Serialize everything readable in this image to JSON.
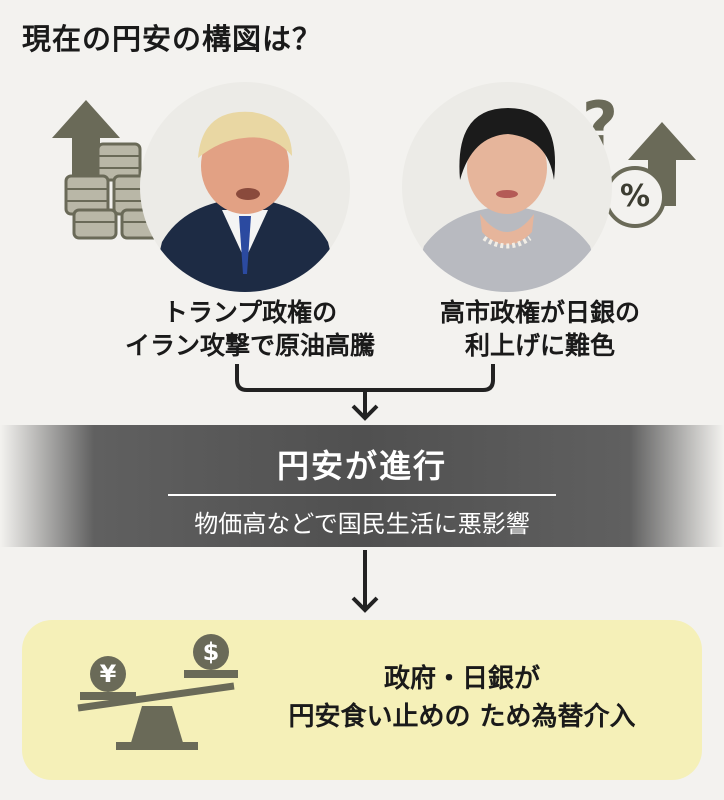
{
  "title": "現在の円安の構図は？",
  "causes": [
    {
      "line1": "トランプ政権の",
      "line2": "イラン攻撃で原油高騰"
    },
    {
      "line1": "高市政権が日銀の",
      "line2": "利上げに難色"
    }
  ],
  "icons": {
    "question_mark": "?",
    "percent": "%",
    "yen": "¥",
    "dollar": "$"
  },
  "main_effect": {
    "title": "円安が進行",
    "subtitle": "物価高などで国民生活に悪影響"
  },
  "response": {
    "line1": "政府・日銀が",
    "line2": "円安食い止めの ため為替介入"
  },
  "colors": {
    "icon_olive": "#6a6a58",
    "band_gray": "#505050",
    "result_yellow": "#f5f0b8"
  }
}
